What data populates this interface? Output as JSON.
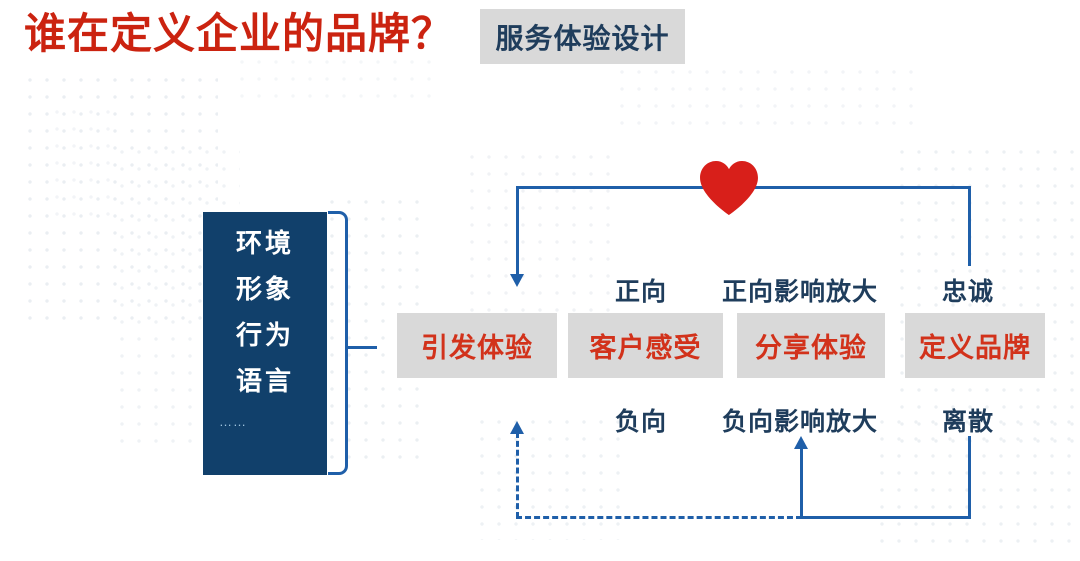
{
  "header": {
    "title": "谁在定义企业的品牌？",
    "badge": "服务体验设计",
    "title_color": "#cb2310",
    "badge_bg": "#d9d9d9",
    "badge_color": "#1f3d5c"
  },
  "navy_panel": {
    "bg_color": "#11406b",
    "items": [
      "环境",
      "形象",
      "行为",
      "语言"
    ],
    "ellipsis": "……"
  },
  "stages": [
    {
      "label": "引发体验"
    },
    {
      "label": "客户感受"
    },
    {
      "label": "分享体验"
    },
    {
      "label": "定义品牌"
    }
  ],
  "stage_style": {
    "bg_color": "#d9d9d9",
    "text_color": "#d2321b"
  },
  "positive_labels": [
    "正向",
    "正向影响放大",
    "忠诚"
  ],
  "negative_labels": [
    "负向",
    "负向影响放大",
    "离散"
  ],
  "label_color": "#1f3d5c",
  "connectors": {
    "line_color": "#1f5fa9",
    "positive_style": "solid",
    "negative_style": "dashed"
  },
  "icons": {
    "heart": "heart-icon",
    "heart_color": "#d81f1a"
  }
}
